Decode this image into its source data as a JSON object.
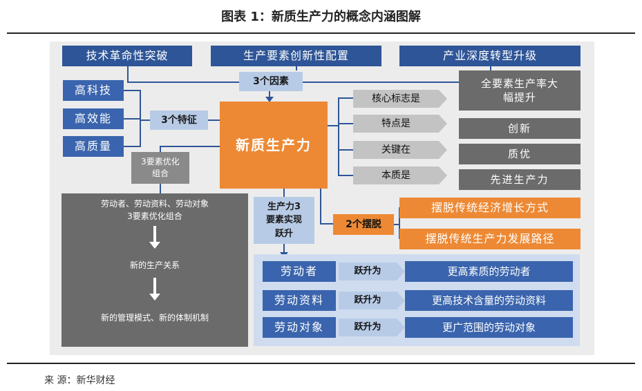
{
  "title": "图表 1：新质生产力的概念内涵图解",
  "top_row": [
    "技术革命性突破",
    "生产要素创新性配置",
    "产业深度转型升级"
  ],
  "three_factors": "3个因素",
  "left_features": [
    "高科技",
    "高效能",
    "高质量"
  ],
  "three_features": "3个特征",
  "center": "新质生产力",
  "attributes": [
    {
      "label": "核心标志是",
      "value": "全要素生产率大幅提升"
    },
    {
      "label": "特点是",
      "value": "创新"
    },
    {
      "label": "关键在",
      "value": "质优"
    },
    {
      "label": "本质是",
      "value": "先进生产力"
    }
  ],
  "factor_combo_label": "3要素优化组合",
  "gray_panel": {
    "line1": "劳动者、劳动资料、劳动对象",
    "line2": "3要素优化组合",
    "step2": "新的生产关系",
    "step3": "新的管理模式、新的体制机制"
  },
  "leap_label": "生产力3要素实现跃升",
  "break_away": "2个摆脱",
  "break_items": [
    "摆脱传统经济增长方式",
    "摆脱传统生产力发展路径"
  ],
  "leaps": [
    {
      "from": "劳动者",
      "verb": "跃升为",
      "to": "更高素质的劳动者"
    },
    {
      "from": "劳动资料",
      "verb": "跃升为",
      "to": "更高技术含量的劳动资料"
    },
    {
      "from": "劳动对象",
      "verb": "跃升为",
      "to": "更广范围的劳动对象"
    }
  ],
  "source": "来 源：新华财经",
  "colors": {
    "navy": "#2e5597",
    "orange": "#ed8934",
    "dark_gray": "#6b6b6b",
    "light_blue": "#b8cbe6"
  }
}
